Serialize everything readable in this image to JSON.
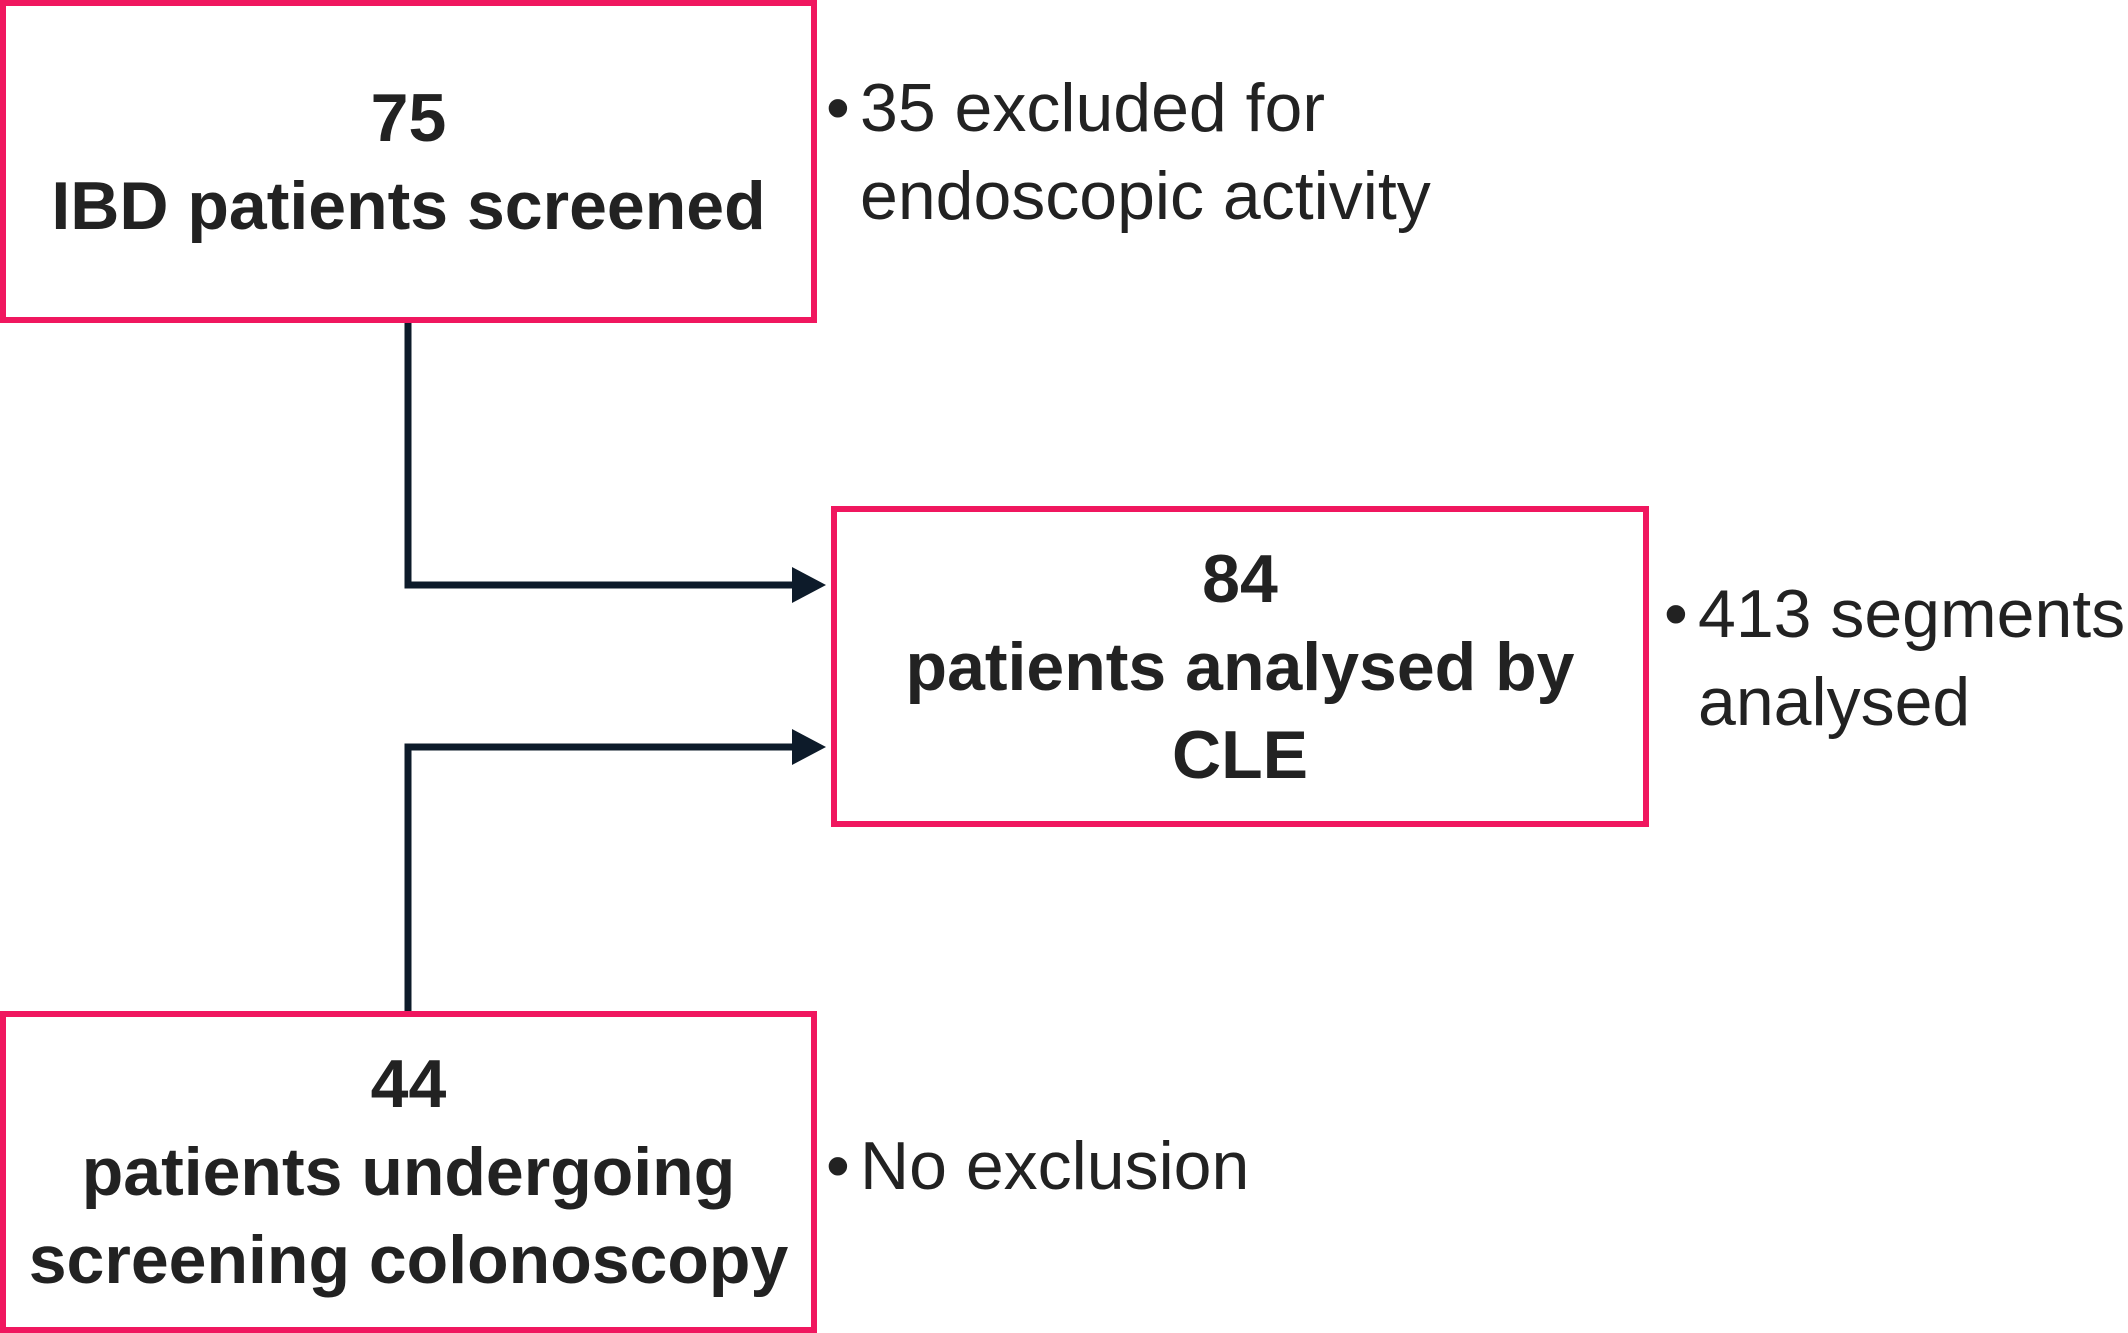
{
  "colors": {
    "box_border": "#f0175f",
    "connector": "#0d1b2a",
    "text": "#222222"
  },
  "boxes": {
    "screened": {
      "number": "75",
      "label": "IBD patients screened"
    },
    "analysed": {
      "number": "84",
      "label_line1": "patients analysed by",
      "label_line2": "CLE"
    },
    "screening": {
      "number": "44",
      "label_line1": "patients undergoing",
      "label_line2": "screening colonoscopy"
    }
  },
  "notes": {
    "screened": {
      "bullet": "•",
      "line1": "35 excluded for",
      "line2": "endoscopic activity"
    },
    "analysed": {
      "bullet": "•",
      "line1": "413 segments",
      "line2": "analysed"
    },
    "screening": {
      "bullet": "•",
      "line1": "No exclusion"
    }
  }
}
